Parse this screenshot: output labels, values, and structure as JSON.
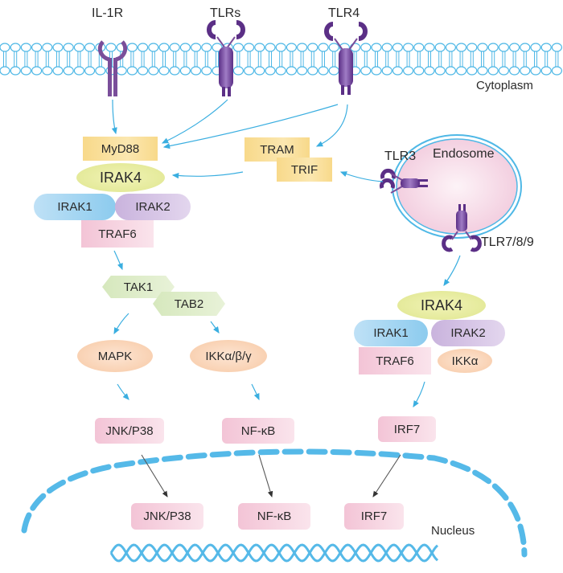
{
  "receptors": {
    "il1r": "IL-1R",
    "tlrs": "TLRs",
    "tlr4": "TLR4",
    "tlr3": "TLR3",
    "tlr789": "TLR7/8/9"
  },
  "compartments": {
    "cytoplasm": "Cytoplasm",
    "endosome": "Endosome",
    "nucleus": "Nucleus"
  },
  "myd88_pathway": {
    "myd88": "MyD88",
    "irak4": "IRAK4",
    "irak1": "IRAK1",
    "irak2": "IRAK2",
    "traf6": "TRAF6",
    "tak1": "TAK1",
    "tab2": "TAB2",
    "mapk": "MAPK",
    "ikk": "IKKα/β/γ",
    "jnk_p38": "JNK/P38",
    "nfkb": "NF-κB"
  },
  "trif_pathway": {
    "tram": "TRAM",
    "trif": "TRIF"
  },
  "endosomal_pathway": {
    "irak4": "IRAK4",
    "irak1": "IRAK1",
    "irak2": "IRAK2",
    "traf6": "TRAF6",
    "ikka": "IKKα",
    "irf7": "IRF7"
  },
  "nuclear": {
    "jnk_p38": "JNK/P38",
    "nfkb": "NF-κB",
    "irf7": "IRF7"
  },
  "colors": {
    "membrane": "#4fb8e6",
    "receptor": "#6a3d94",
    "arrow_cytoplasm": "#3aaee0",
    "arrow_nucleus": "#333333",
    "nucleus_envelope": "#55b9e8",
    "dna": "#55b9e8"
  }
}
